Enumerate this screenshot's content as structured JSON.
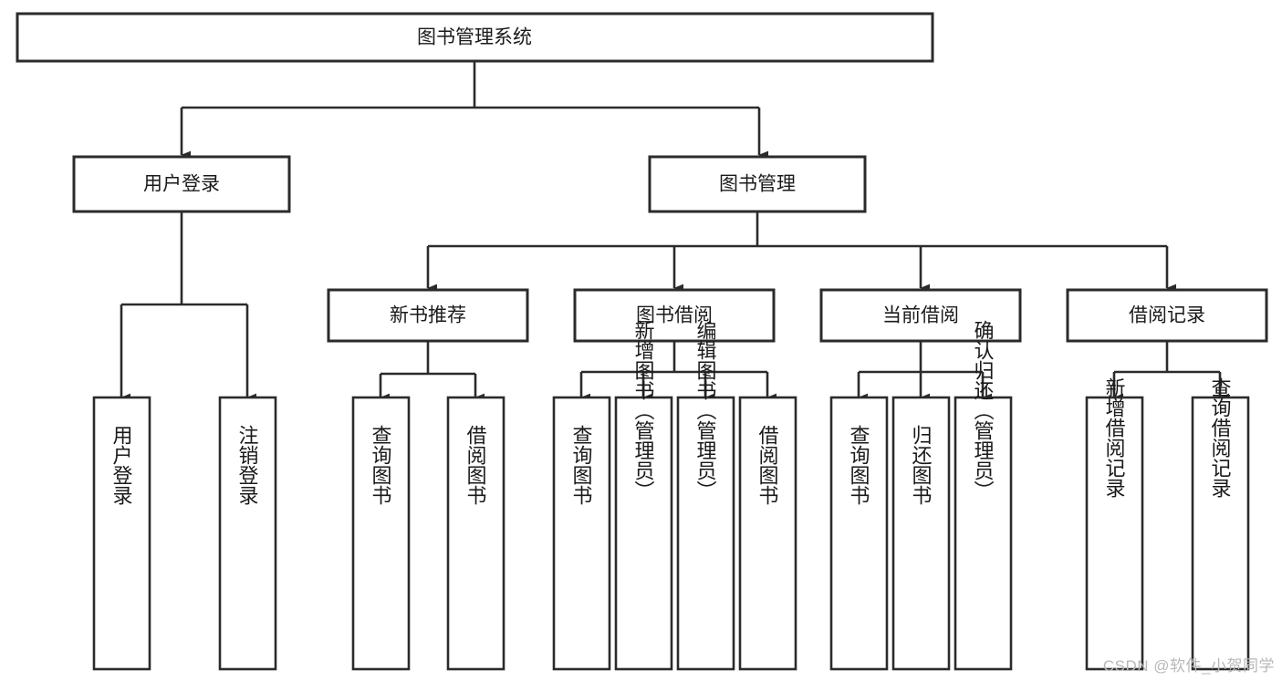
{
  "diagram": {
    "type": "tree-hierarchy",
    "title": "图书管理系统",
    "orientation": "top-down",
    "colors": {
      "box_stroke": "#2b2b2b",
      "box_fill": "#ffffff",
      "connector": "#2b2b2b",
      "text": "#1a1a1a",
      "watermark": "#b8b8b8",
      "background": "#ffffff"
    },
    "root": {
      "id": "root",
      "label": "图书管理系统"
    },
    "level1": [
      {
        "id": "user-login",
        "label": "用户登录"
      },
      {
        "id": "book-management",
        "label": "图书管理"
      }
    ],
    "level2": [
      {
        "id": "new-book-recommend",
        "label": "新书推荐",
        "parent": "book-management"
      },
      {
        "id": "book-borrow",
        "label": "图书借阅",
        "parent": "book-management"
      },
      {
        "id": "current-borrow",
        "label": "当前借阅",
        "parent": "book-management"
      },
      {
        "id": "borrow-record",
        "label": "借阅记录",
        "parent": "book-management"
      }
    ],
    "leaves": {
      "user-login": [
        {
          "id": "leaf-user-login",
          "label": "用户登录"
        },
        {
          "id": "leaf-user-logout",
          "label": "注销登录"
        }
      ],
      "new-book-recommend": [
        {
          "id": "leaf-query-book-1",
          "label": "查询图书"
        },
        {
          "id": "leaf-borrow-book-1",
          "label": "借阅图书"
        }
      ],
      "book-borrow": [
        {
          "id": "leaf-query-book-2",
          "label": "查询图书"
        },
        {
          "id": "leaf-add-book",
          "label": "新增图书（管理员）"
        },
        {
          "id": "leaf-edit-book",
          "label": "编辑图书（管理员）"
        },
        {
          "id": "leaf-borrow-book-2",
          "label": "借阅图书"
        }
      ],
      "current-borrow": [
        {
          "id": "leaf-query-book-3",
          "label": "查询图书"
        },
        {
          "id": "leaf-return-book",
          "label": "归还图书"
        },
        {
          "id": "leaf-confirm-return",
          "label": "确认归还（管理员）"
        }
      ],
      "borrow-record": [
        {
          "id": "leaf-add-record",
          "label": "新增借阅记录"
        },
        {
          "id": "leaf-query-record",
          "label": "查询借阅记录"
        }
      ]
    }
  },
  "watermark": {
    "text": "CSDN @软件_小贺同学"
  }
}
